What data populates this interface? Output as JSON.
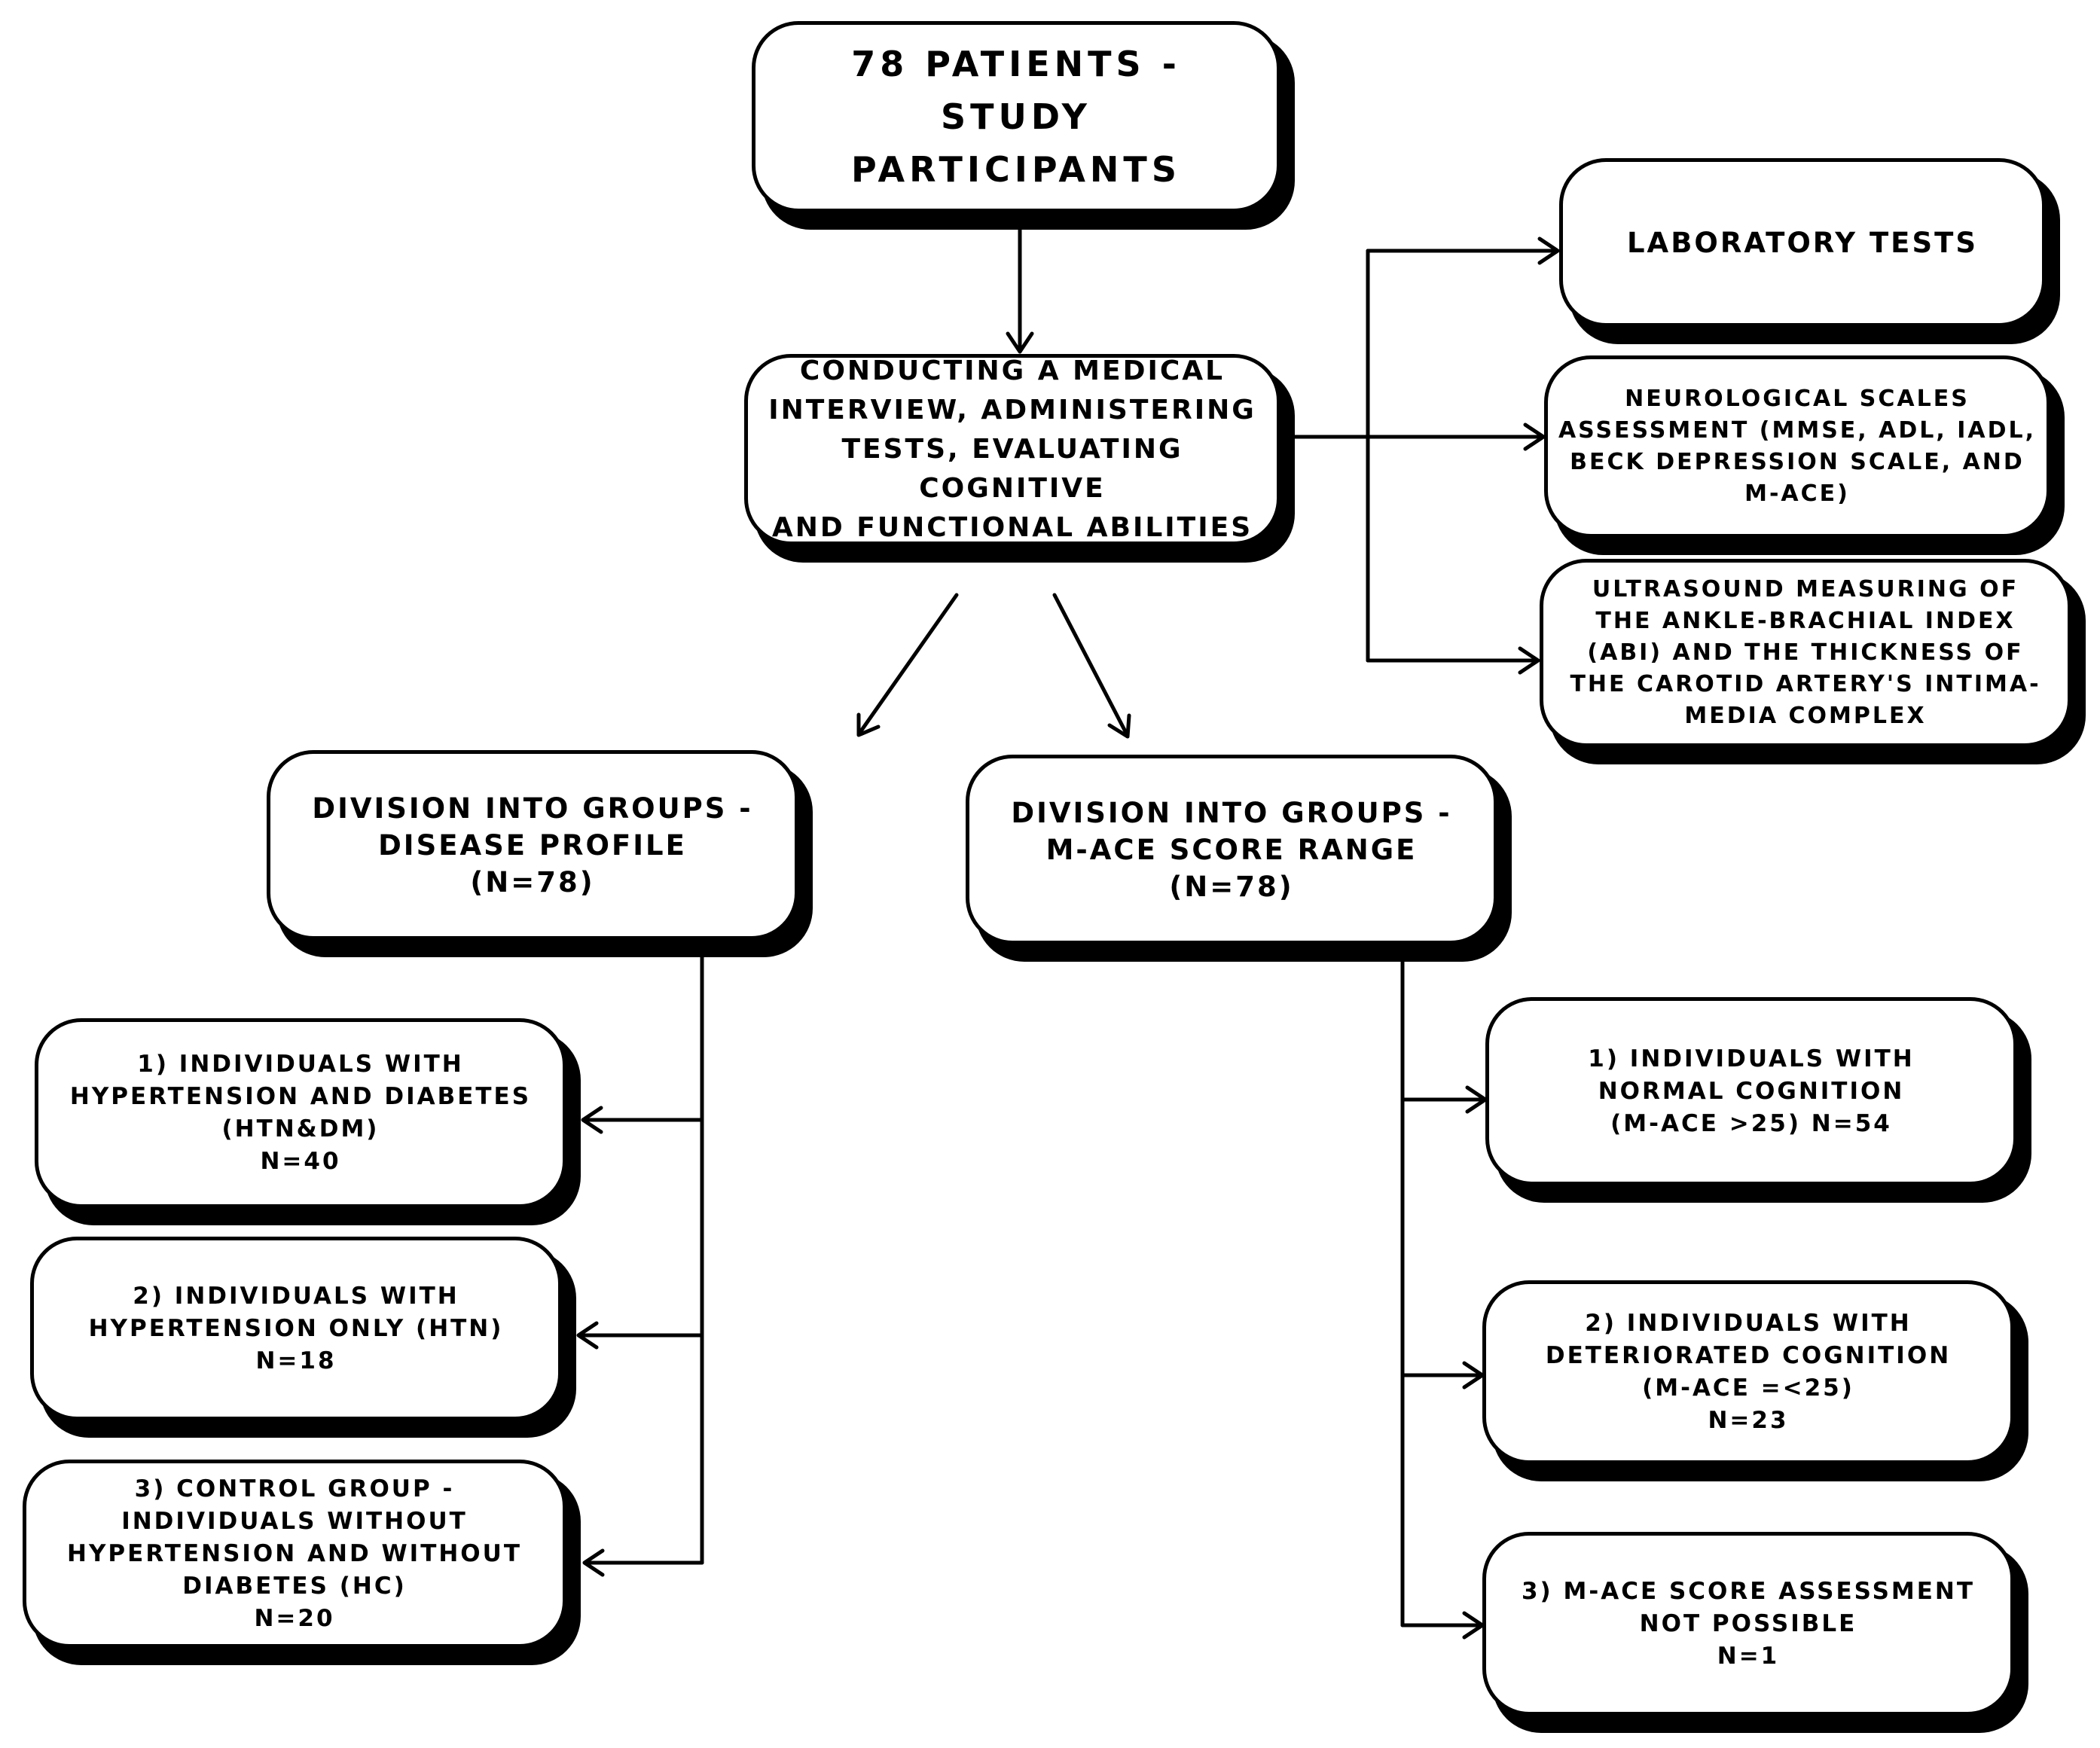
{
  "nodes": {
    "root": "78 PATIENTS -\nSTUDY\nPARTICIPANTS",
    "interview": "CONDUCTING A MEDICAL\nINTERVIEW, ADMINISTERING\nTESTS, EVALUATING COGNITIVE\nAND FUNCTIONAL ABILITIES",
    "lab": "LABORATORY TESTS",
    "neuro": "NEUROLOGICAL SCALES\nASSESSMENT (MMSE, ADL, IADL,\nBECK DEPRESSION SCALE, AND\nM-ACE)",
    "ultrasound": "ULTRASOUND MEASURING OF\nTHE ANKLE-BRACHIAL INDEX\n(ABI) AND THE THICKNESS OF\nTHE CAROTID ARTERY'S INTIMA-\nMEDIA COMPLEX",
    "disease_group": "DIVISION INTO GROUPS -\nDISEASE PROFILE\n(N=78)",
    "mace_group": "DIVISION INTO GROUPS -\nM-ACE SCORE RANGE\n(N=78)",
    "htn_dm": "1) INDIVIDUALS WITH\nHYPERTENSION AND DIABETES\n(HTN&DM)\nN=40",
    "htn_only": "2) INDIVIDUALS WITH\nHYPERTENSION ONLY (HTN)\nN=18",
    "control": "3) CONTROL GROUP -\nINDIVIDUALS WITHOUT\nHYPERTENSION AND WITHOUT\nDIABETES (HC)\nN=20",
    "normal_cog": "1) INDIVIDUALS WITH\nNORMAL COGNITION\n(M-ACE >25) N=54",
    "deteriorated_cog": "2) INDIVIDUALS WITH\nDETERIORATED COGNITION\n(M-ACE =<25)\nN=23",
    "not_possible": "3) M-ACE SCORE ASSESSMENT\nNOT POSSIBLE\nN=1"
  }
}
